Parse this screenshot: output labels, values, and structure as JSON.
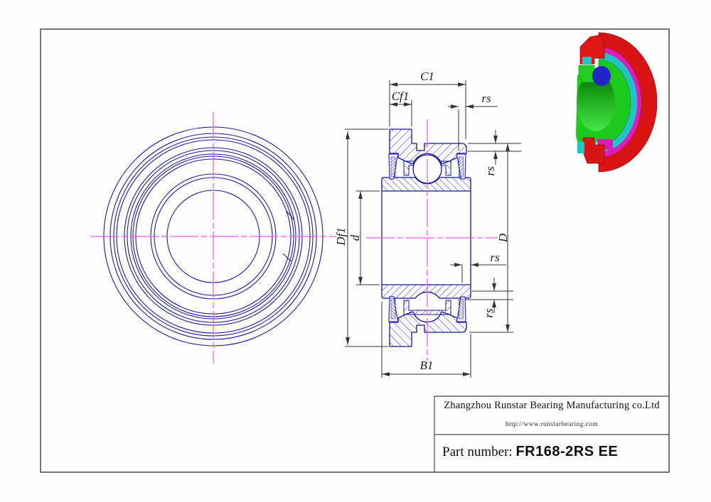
{
  "drawing": {
    "labels": {
      "c1": "C1",
      "cf1": "Cf1",
      "rs_top": "rs",
      "rs_right_upper": "rs",
      "rs_right_mid": "rs",
      "rs_right_lower": "rs",
      "df1": "Df1",
      "d": "d",
      "dia": "D",
      "b1": "B1"
    },
    "title_block": {
      "company": "Zhangzhou Runstar Bearing Manufacturing co.Ltd",
      "website": "http://www.runstarbearing.com",
      "part_label": "Part number:",
      "part_number": "FR168-2RS EE"
    },
    "colors": {
      "outline_blue": "#15159a",
      "seal_blue": "#2a2ace",
      "centerline_magenta": "#ee55ee",
      "dimension_gray": "#333333",
      "render_red": "#d81414",
      "render_green": "#1dc91d",
      "render_cyan": "#1fc4c8",
      "render_magenta": "#d820b8",
      "render_ball_blue": "#2326c6"
    }
  }
}
